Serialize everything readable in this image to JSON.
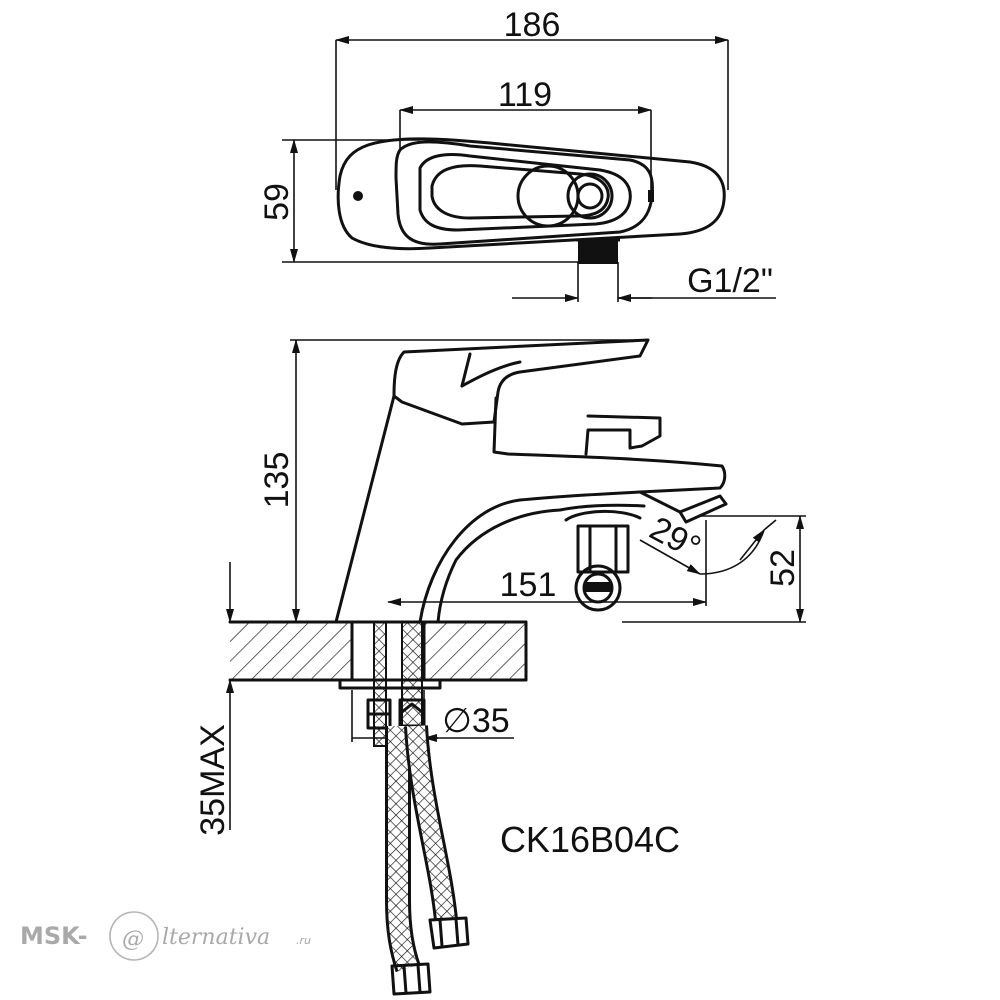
{
  "model": "CK16B04C",
  "dimensions": {
    "total_length": "186",
    "handle_length": "119",
    "body_depth": "59",
    "thread": "G1/2\"",
    "height": "135",
    "spout_reach": "151",
    "spout_height": "52",
    "angle": "29°",
    "diameter": "∅35",
    "max_thickness": "35MAX"
  },
  "watermark": {
    "left": "MSK-",
    "mark": "@",
    "right": "lternativa",
    "suffix": ".ru"
  }
}
